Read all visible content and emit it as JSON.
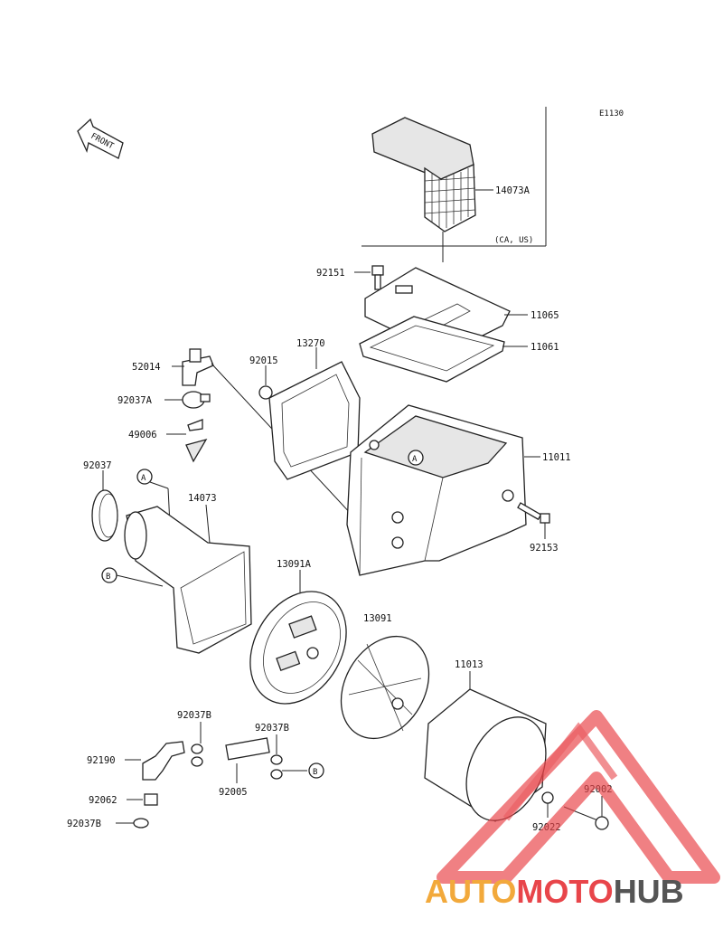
{
  "diagram": {
    "code": "E1130",
    "front_label": "FRONT",
    "region_note": "(CA, US)",
    "parts": [
      {
        "id": "p1",
        "label": "14073A"
      },
      {
        "id": "p2",
        "label": "92151"
      },
      {
        "id": "p3",
        "label": "11065"
      },
      {
        "id": "p4",
        "label": "11061"
      },
      {
        "id": "p5",
        "label": "52014"
      },
      {
        "id": "p6",
        "label": "13270"
      },
      {
        "id": "p7",
        "label": "92015"
      },
      {
        "id": "p8",
        "label": "92037A"
      },
      {
        "id": "p9",
        "label": "49006"
      },
      {
        "id": "p10",
        "label": "11011"
      },
      {
        "id": "p11",
        "label": "92037"
      },
      {
        "id": "p12",
        "label": "14073"
      },
      {
        "id": "p13",
        "label": "92153"
      },
      {
        "id": "p14",
        "label": "13091A"
      },
      {
        "id": "p15",
        "label": "13091"
      },
      {
        "id": "p16",
        "label": "11013"
      },
      {
        "id": "p17",
        "label": "92037B"
      },
      {
        "id": "p18",
        "label": "92037B"
      },
      {
        "id": "p19",
        "label": "92190"
      },
      {
        "id": "p20",
        "label": "92005"
      },
      {
        "id": "p21",
        "label": "92062"
      },
      {
        "id": "p22",
        "label": "92037B"
      },
      {
        "id": "p23",
        "label": "92002"
      },
      {
        "id": "p24",
        "label": "92022"
      }
    ],
    "callouts": {
      "a1": "A",
      "a2": "A",
      "b1": "B",
      "b2": "B"
    }
  },
  "watermark": {
    "part1": "AUTO",
    "part2": "MOTO",
    "part3": "HUB",
    "color1": "#f2a93b",
    "color2": "#e8454a",
    "color3": "#555555"
  }
}
